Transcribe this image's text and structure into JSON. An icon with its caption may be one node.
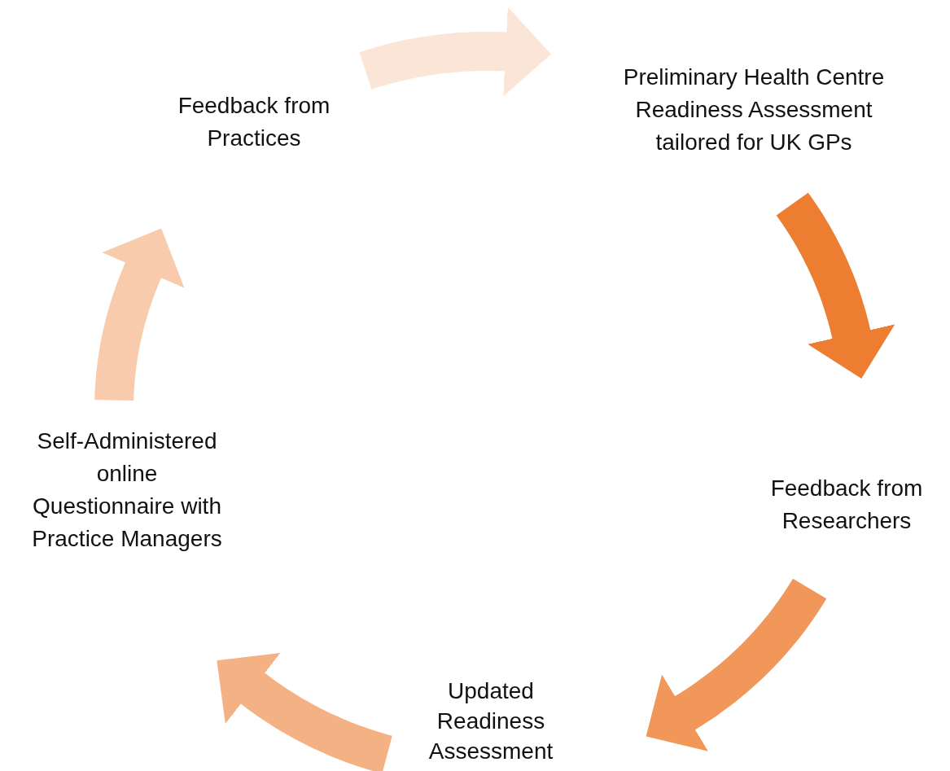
{
  "diagram": {
    "nodes": [
      {
        "text": [
          "Preliminary Health Centre Readiness Assessment tailored for UK GPs"
        ]
      },
      {
        "text": [
          "Feedback from Researchers"
        ]
      },
      {
        "text": [
          "Updated Readiness Assessment"
        ]
      },
      {
        "text": [
          "Self-Administered online Questionnaire with Practice Managers"
        ]
      },
      {
        "text": [
          "Feedback from Practices"
        ]
      }
    ],
    "edges": [
      {
        "from": 0,
        "to": 1,
        "arrow": "to",
        "color": "#ed7d31"
      },
      {
        "from": 1,
        "to": 2,
        "arrow": "to",
        "color": "#f1975a"
      },
      {
        "from": 2,
        "to": 3,
        "arrow": "to",
        "color": "#f4b183"
      },
      {
        "from": 3,
        "to": 4,
        "arrow": "to",
        "color": "#f8cbad"
      },
      {
        "from": 4,
        "to": 0,
        "arrow": "to",
        "color": "#fbe5d6"
      }
    ]
  }
}
